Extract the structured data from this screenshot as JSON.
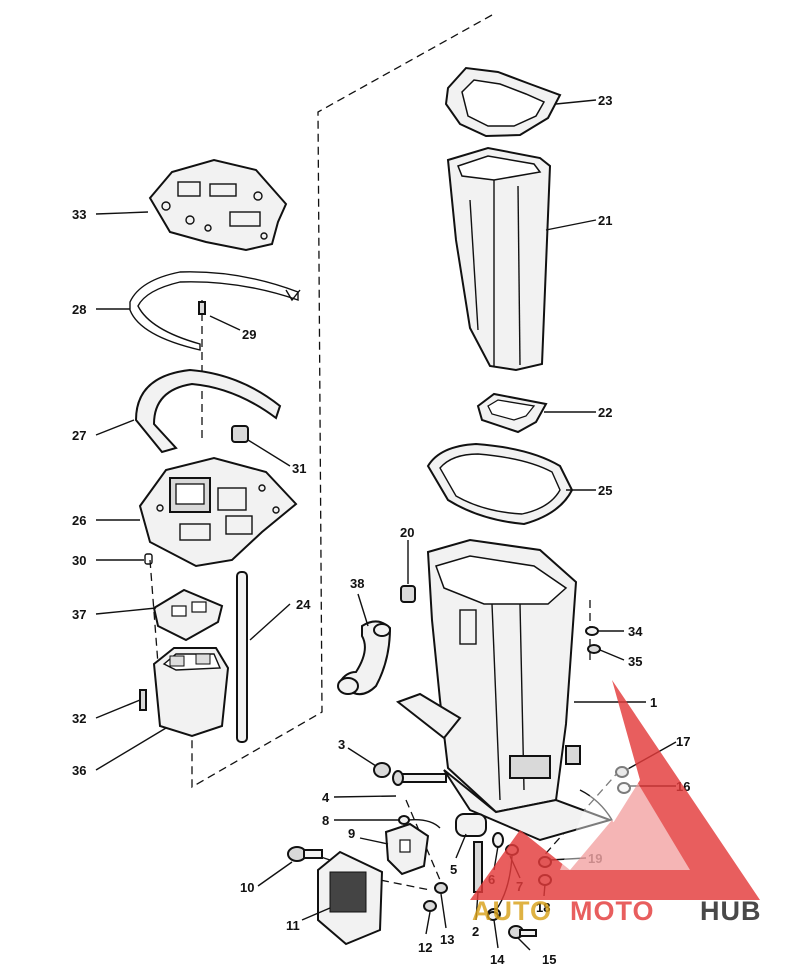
{
  "diagram": {
    "callouts": [
      "23",
      "21",
      "33",
      "28",
      "29",
      "22",
      "27",
      "31",
      "25",
      "26",
      "20",
      "30",
      "38",
      "37",
      "24",
      "34",
      "35",
      "1",
      "32",
      "36",
      "17",
      "16",
      "3",
      "4",
      "8",
      "9",
      "5",
      "6",
      "19",
      "10",
      "7",
      "18",
      "11",
      "12",
      "13",
      "2",
      "14",
      "15"
    ]
  },
  "watermark": {
    "part1": "AUTO",
    "part2": "MOTO",
    "part3": "HUB",
    "colors": {
      "red": "#e43b3b",
      "dark": "#222222",
      "gold": "#d9a21b"
    }
  }
}
